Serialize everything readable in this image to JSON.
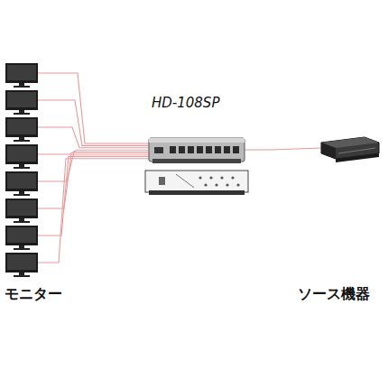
{
  "diagram": {
    "nodes": [
      {
        "text": [
          "HD-108SP"
        ]
      }
    ],
    "labels": [
      "モニター",
      "ソース機器"
    ]
  }
}
